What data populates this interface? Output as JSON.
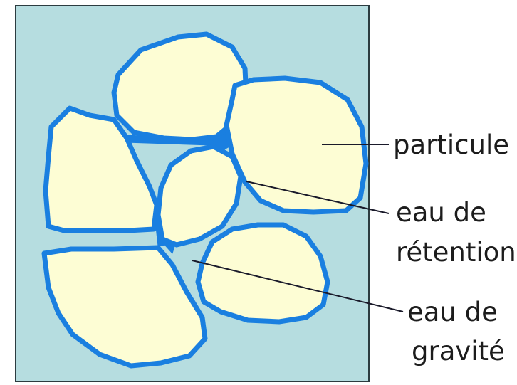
{
  "colors": {
    "box_fill": "#b6dde0",
    "box_border": "#2c3c40",
    "particle_fill": "#fdfdd4",
    "water_blue": "#1a7fe0",
    "leader_line": "#1a1a2a",
    "text": "#1c1c1c"
  },
  "labels": {
    "particle": "particule",
    "retention_line1": "eau de",
    "retention_line2": "rétention",
    "gravity_line1": "eau de",
    "gravity_line2": "gravité"
  }
}
